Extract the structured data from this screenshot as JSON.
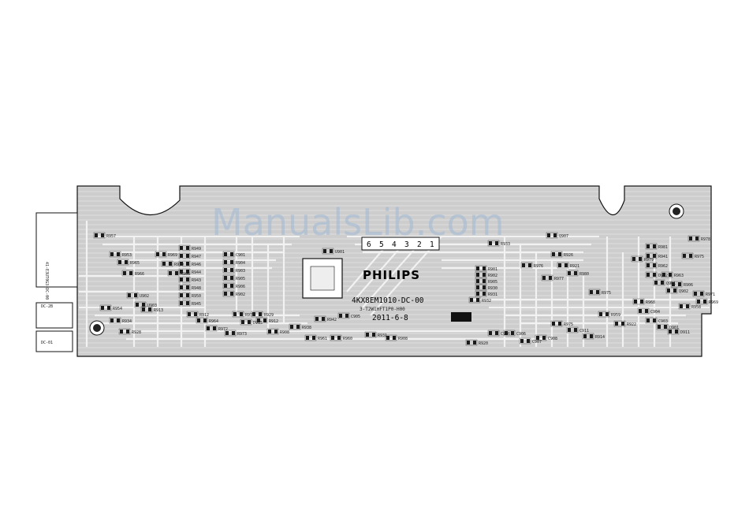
{
  "watermark": "ManualsLib.com",
  "board": {
    "brand": "PHILIPS",
    "board_code": "4KX8EM1010-DC-00",
    "board_code_2": "3-T2W1HFT1P0-H00",
    "date": "2011-6-8",
    "connector_numbers": [
      "6",
      "5",
      "4",
      "3",
      "2",
      "1"
    ],
    "left_label_1": "41-E3UT0G3-DC-00",
    "left_label_2": "DC-2B",
    "left_label_3": "DC-01",
    "colors": {
      "copper": "#cdcdcd",
      "trace": "#f4f4f4",
      "outline": "#111111",
      "pad": "#1a1a1a"
    },
    "components": [
      "R949",
      "R947",
      "R946",
      "R944",
      "R943",
      "R948",
      "R950",
      "R945",
      "C901",
      "R904",
      "R903",
      "R905",
      "R906",
      "R902",
      "U901",
      "R929",
      "R912",
      "R972",
      "R973",
      "R961",
      "R960",
      "R931",
      "R908",
      "R901",
      "R902",
      "R905",
      "R930",
      "R931",
      "R932",
      "R933",
      "C916",
      "R920",
      "Q907",
      "R926",
      "R921",
      "R980",
      "R977",
      "R976",
      "R975",
      "R979",
      "R981",
      "R941",
      "R962",
      "R963",
      "R906",
      "R975",
      "R978",
      "R971",
      "R969",
      "R968",
      "C904",
      "C903",
      "D901",
      "D911",
      "D912",
      "Q901",
      "Q902",
      "R958",
      "R959",
      "R953",
      "R965",
      "R966",
      "U902",
      "U903",
      "R957",
      "R954",
      "R934",
      "R928",
      "R969",
      "R910",
      "R966",
      "R913",
      "R912",
      "R964",
      "R973",
      "D915",
      "R908",
      "R938",
      "R942",
      "C905",
      "C906",
      "C907",
      "C908",
      "R975",
      "C911",
      "R914",
      "R922"
    ]
  }
}
